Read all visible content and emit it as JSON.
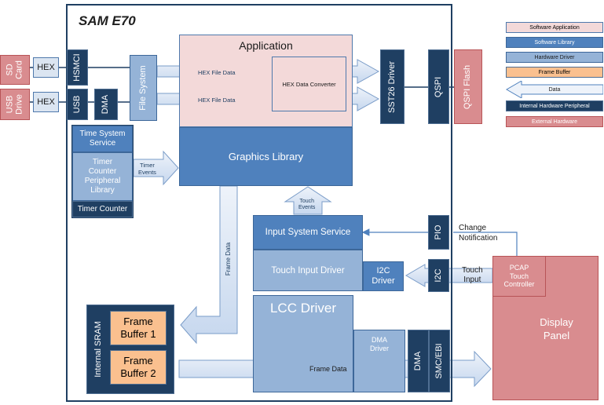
{
  "chip": {
    "title": "SAM E70"
  },
  "external": {
    "sd_card": "SD\nCard",
    "usb_drive": "USB\nDrive",
    "hex_sd": "HEX",
    "hex_usb": "HEX",
    "qspi_flash": "QSPI Flash",
    "display_panel": "Display\nPanel",
    "pcap_touch": "PCAP\nTouch\nController"
  },
  "hw_blocks": {
    "hsmci": "HSMCI",
    "usb": "USB",
    "dma_top": "DMA",
    "qspi": "QSPI",
    "pio": "PIO",
    "i2c": "I2C",
    "dma_bottom": "DMA",
    "smc_ebi": "SMC/EBI",
    "timer_counter": "Timer Counter",
    "internal_sram": "Internal SRAM"
  },
  "software": {
    "file_system": "File System",
    "application": "Application",
    "hex_converter": "HEX Data Converter",
    "sst26": "SST26 Driver",
    "graphics_library": "Graphics Library",
    "time_system_service": "Time System\nService",
    "timer_counter_lib": "Timer\nCounter\nPeripheral\nLibrary",
    "input_system_service": "Input System Service",
    "touch_input_driver": "Touch Input Driver",
    "i2c_driver": "I2C\nDriver",
    "lcc_driver": "LCC Driver",
    "dma_driver": "DMA\nDriver",
    "frame_buffer_1": "Frame\nBuffer 1",
    "frame_buffer_2": "Frame\nBuffer 2"
  },
  "arrow_labels": {
    "hex_file_data_1": "HEX File Data",
    "hex_file_data_2": "HEX File Data",
    "timer_events": "Timer\nEvents",
    "touch_events": "Touch\nEvents",
    "frame_data_vertical": "Frame Data",
    "frame_data_horizontal": "Frame Data",
    "change_notification": "Change\nNotification",
    "touch_input": "Touch\nInput"
  },
  "legend": {
    "software_application": "Software Application",
    "software_library": "Software Library",
    "hardware_driver": "Hardware Driver",
    "frame_buffer": "Frame Buffer",
    "data": "Data",
    "internal_hw_peripheral": "Internal Hardware Peripheral",
    "external_hardware": "External Hardware"
  },
  "colors": {
    "software_application": "#f3d9d9",
    "software_library": "#4f81bd",
    "hardware_driver": "#95b3d7",
    "frame_buffer": "#fac08f",
    "data_arrow": "#dbe5f1",
    "internal_hw_peripheral": "#1f3f62",
    "external_hardware": "#d98c8f"
  }
}
